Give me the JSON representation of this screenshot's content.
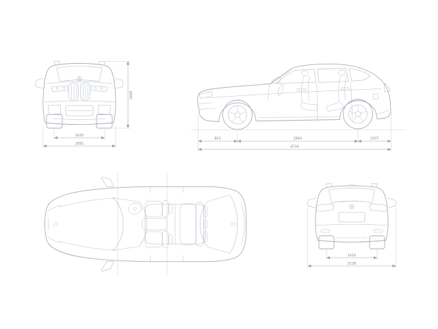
{
  "colors": {
    "background": "#ffffff",
    "car_line": "#a7aeb9",
    "dim_line": "#9aa1ac",
    "dim_text": "#868d98"
  },
  "dims": {
    "front": {
      "height": "1668",
      "track": "1620",
      "width": "1891"
    },
    "side": {
      "front_overhang": "863",
      "wheelbase": "2864",
      "rear_overhang": "1007",
      "length": "4734"
    },
    "rear": {
      "track": "1616",
      "width": "2138"
    }
  }
}
